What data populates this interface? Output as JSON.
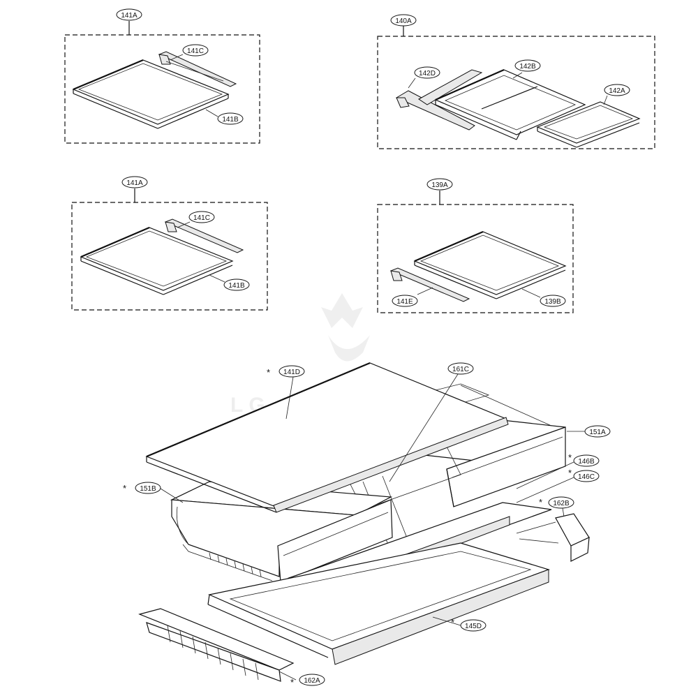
{
  "diagram": {
    "watermark": "LG REVENTURE",
    "labels": {
      "l141A_top": "141A",
      "l141C_top": "141C",
      "l141B_top": "141B",
      "l140A": "140A",
      "l142D": "142D",
      "l142B": "142B",
      "l142A": "142A",
      "l141A_mid": "141A",
      "l141C_mid": "141C",
      "l141B_mid": "141B",
      "l139A": "139A",
      "l141E": "141E",
      "l139B": "139B",
      "l141D": "141D",
      "l161C": "161C",
      "l151A": "151A",
      "l146B": "146B",
      "l146C": "146C",
      "l162B": "162B",
      "l151B": "151B",
      "l145D": "145D",
      "l162A": "162A"
    },
    "asterisk": "*"
  }
}
